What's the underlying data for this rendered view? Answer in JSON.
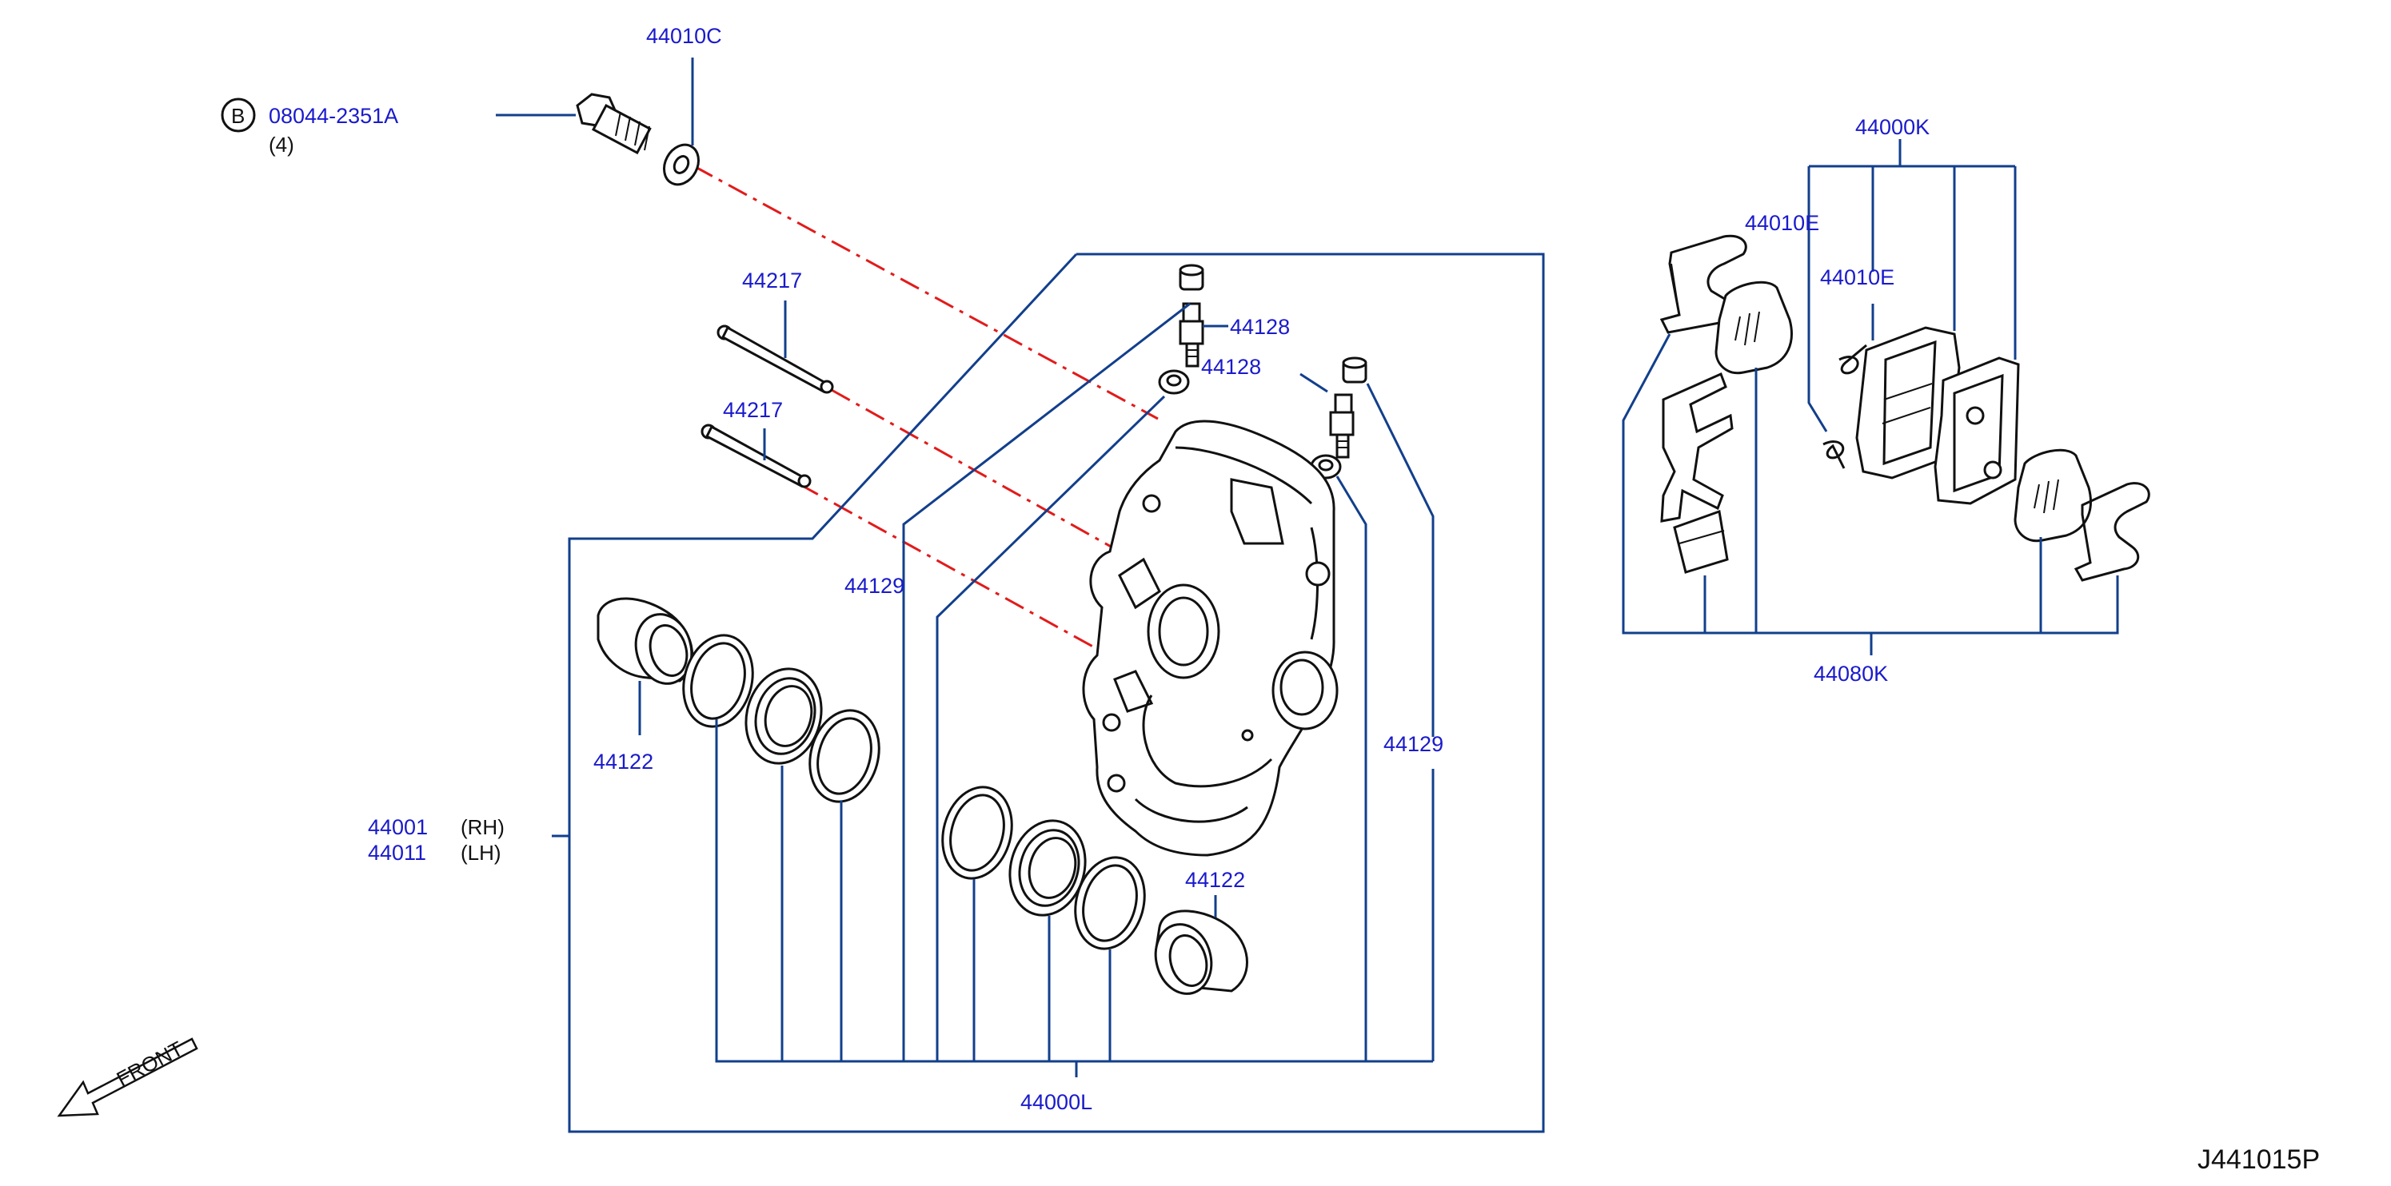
{
  "labels": {
    "washer": "44010C",
    "bolt_part": "08044-2351A",
    "bolt_qty": "(4)",
    "bolt_callout": "B",
    "pin_a": "44217",
    "pin_b": "44217",
    "bleeder_a": "44128",
    "bleeder_b": "44128",
    "cap_left": "44129",
    "cap_right": "44129",
    "piston_left": "44122",
    "piston_right": "44122",
    "caliper_rh": "44001",
    "caliper_rh_side": "(RH)",
    "caliper_lh": "44011",
    "caliper_lh_side": "(LH)",
    "seal_kit": "44000L",
    "pad_kit": "44000K",
    "shim_a": "44010E",
    "shim_b": "44010E",
    "hardware_kit": "44080K",
    "front": "FRONT",
    "diagram_ref": "J441015P"
  },
  "colors": {
    "label": "#1a1acc",
    "leader": "#123f8c",
    "centerline": "#e21b1b",
    "outline": "#111111"
  },
  "icons": {
    "front_arrow": "front-arrow-icon",
    "callout": "circled-letter-icon"
  }
}
